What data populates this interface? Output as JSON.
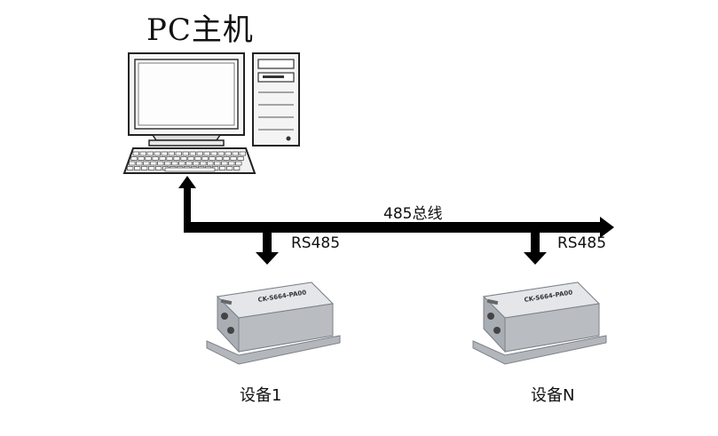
{
  "pc": {
    "title": "PC主机"
  },
  "bus": {
    "label": "485总线"
  },
  "devices": [
    {
      "name": "设备1",
      "link_label": "RS485",
      "model_label": "CK-S664-PA00"
    },
    {
      "name": "设备N",
      "link_label": "RS485",
      "model_label": "CK-S664-PA00"
    }
  ],
  "colors": {
    "line": "#000000",
    "device_body": "#c9ccd0",
    "device_edge": "#7d8288",
    "device_top": "#e4e6e9"
  }
}
